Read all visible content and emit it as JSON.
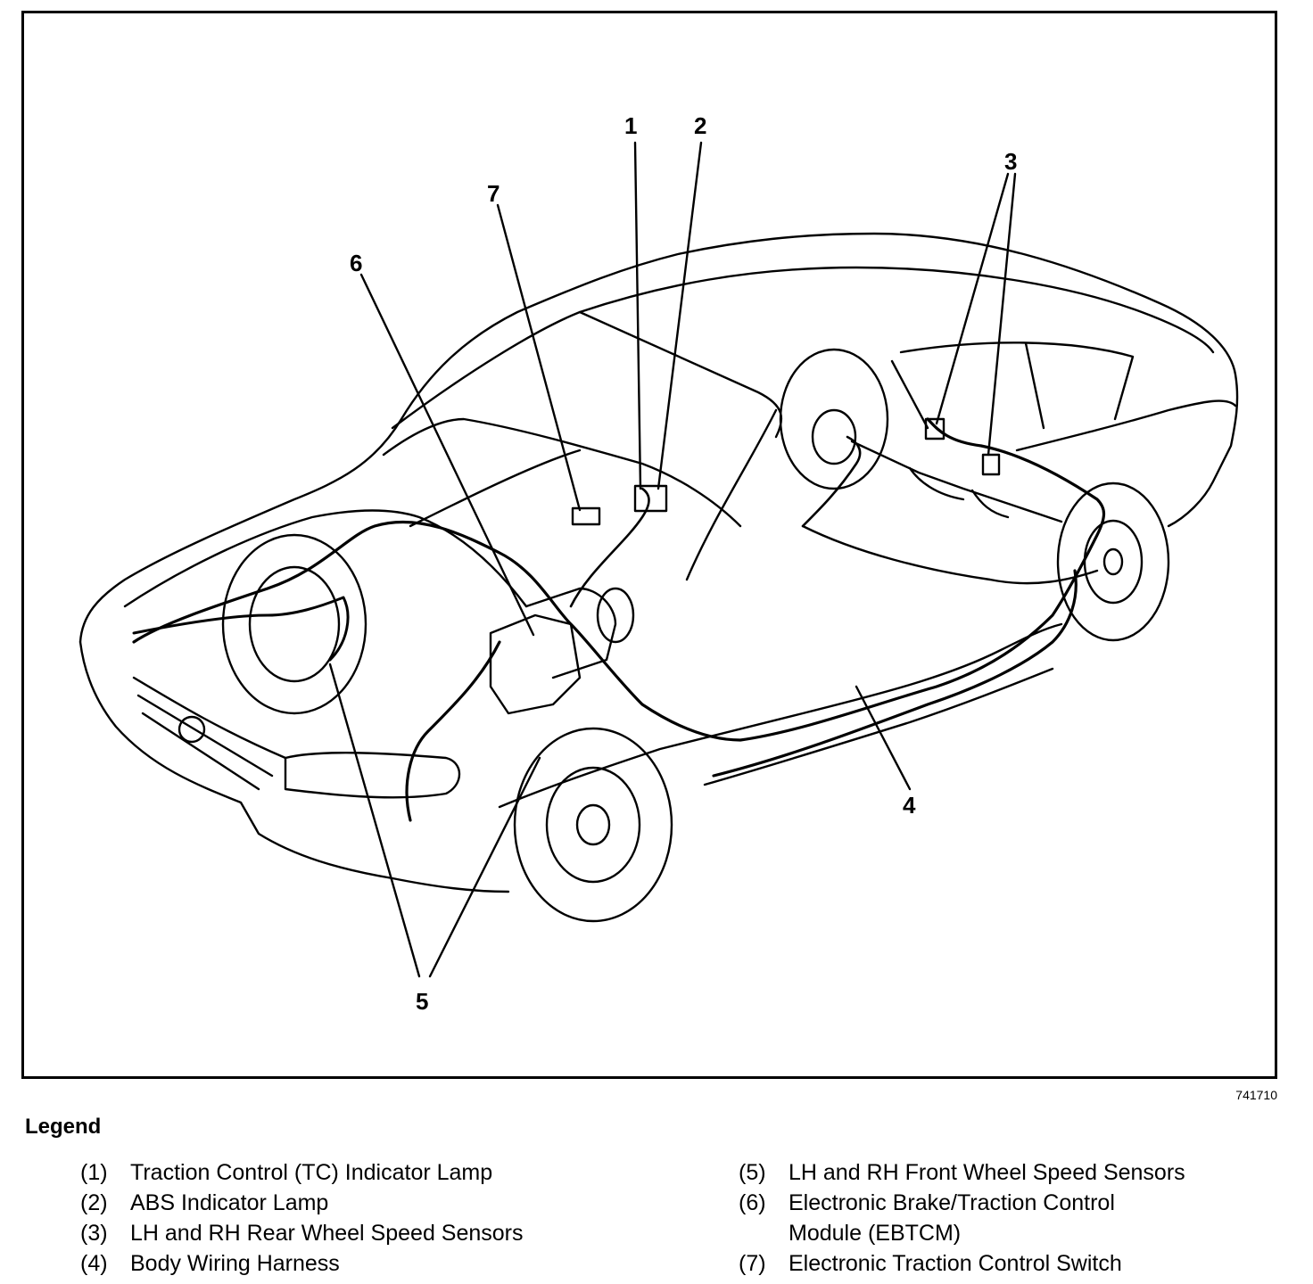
{
  "callouts": [
    {
      "id": "c1",
      "label": "1"
    },
    {
      "id": "c2",
      "label": "2"
    },
    {
      "id": "c3",
      "label": "3"
    },
    {
      "id": "c4",
      "label": "4"
    },
    {
      "id": "c5",
      "label": "5"
    },
    {
      "id": "c6",
      "label": "6"
    },
    {
      "id": "c7",
      "label": "7"
    }
  ],
  "figure_id": "741710",
  "legend": {
    "title": "Legend",
    "left": [
      {
        "num": "(1)",
        "text": "Traction Control (TC) Indicator Lamp"
      },
      {
        "num": "(2)",
        "text": "ABS Indicator Lamp"
      },
      {
        "num": "(3)",
        "text": "LH and RH Rear Wheel Speed Sensors"
      },
      {
        "num": "(4)",
        "text": "Body Wiring Harness"
      }
    ],
    "right": [
      {
        "num": "(5)",
        "text": "LH and RH Front Wheel Speed Sensors"
      },
      {
        "num": "(6)",
        "text": "Electronic Brake/Traction Control Module (EBTCM)"
      },
      {
        "num": "(7)",
        "text": "Electronic Traction Control Switch"
      }
    ]
  },
  "colors": {
    "line": "#000000",
    "background": "#ffffff"
  }
}
